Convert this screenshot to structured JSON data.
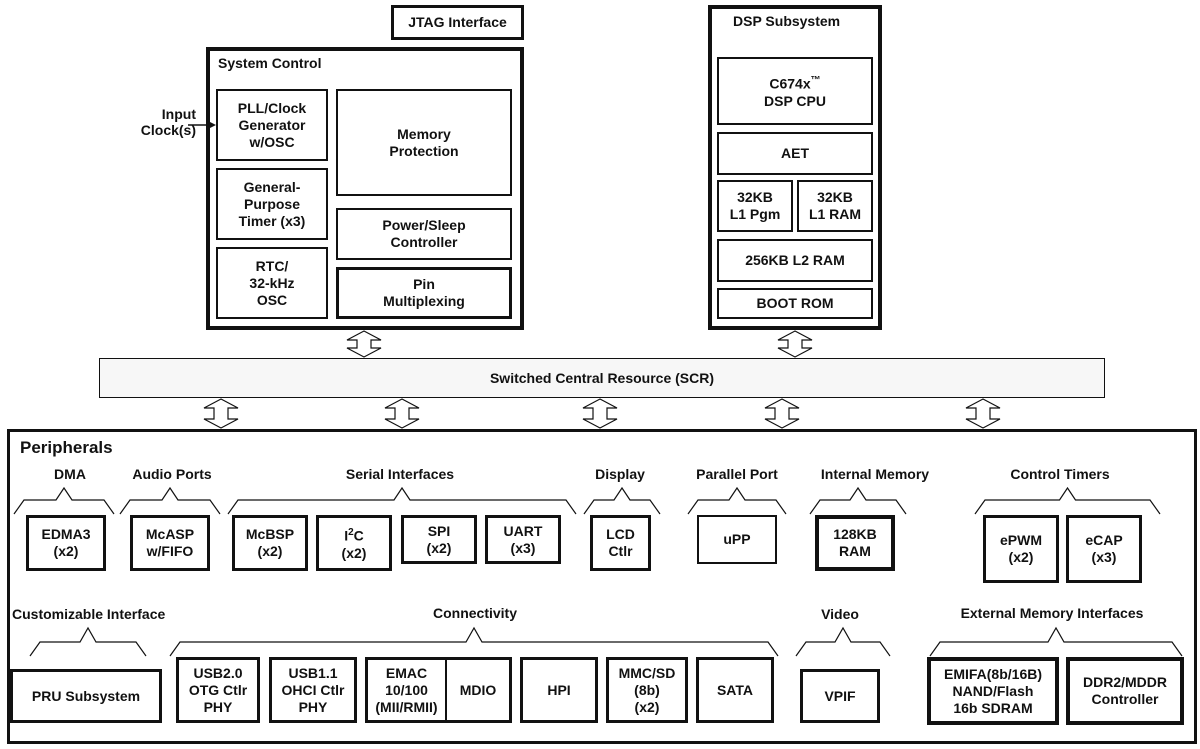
{
  "jtag": {
    "label": "JTAG Interface"
  },
  "input_clock": {
    "label": "Input\nClock(s)"
  },
  "system_control": {
    "title": "System Control",
    "pll": "PLL/Clock\nGenerator\nw/OSC",
    "timer": "General-\nPurpose\nTimer (x3)",
    "rtc": "RTC/\n32-kHz\nOSC",
    "memory_protection": "Memory\nProtection",
    "power_sleep": "Power/Sleep\nController",
    "pin_mux": "Pin\nMultiplexing"
  },
  "dsp": {
    "title": "DSP Subsystem",
    "cpu_line1": "C674x",
    "cpu_tm": "™",
    "cpu_line2": "DSP CPU",
    "aet": "AET",
    "l1_pgm": "32KB\nL1 Pgm",
    "l1_ram": "32KB\nL1 RAM",
    "l2_ram": "256KB L2 RAM",
    "boot_rom": "BOOT ROM"
  },
  "scr": {
    "label": "Switched Central Resource (SCR)"
  },
  "peripherals": {
    "title": "Peripherals",
    "dma": {
      "label": "DMA",
      "edma3": "EDMA3\n(x2)"
    },
    "audio": {
      "label": "Audio Ports",
      "mcasp": "McASP\nw/FIFO"
    },
    "serial": {
      "label": "Serial Interfaces",
      "mcbsp": "McBSP\n(x2)",
      "i2c_base": "I",
      "i2c_sup": "2",
      "i2c_rest": "C",
      "i2c_count": "(x2)",
      "spi": "SPI\n(x2)",
      "uart": "UART\n(x3)"
    },
    "display": {
      "label": "Display",
      "lcd": "LCD\nCtlr"
    },
    "parallel": {
      "label": "Parallel Port",
      "upp": "uPP"
    },
    "internal_memory": {
      "label": "Internal Memory",
      "ram": "128KB\nRAM"
    },
    "control_timers": {
      "label": "Control Timers",
      "epwm": "ePWM\n(x2)",
      "ecap": "eCAP\n(x3)"
    },
    "customizable": {
      "label": "Customizable Interface",
      "pru": "PRU Subsystem"
    },
    "connectivity": {
      "label": "Connectivity",
      "usb20": "USB2.0\nOTG Ctlr\nPHY",
      "usb11": "USB1.1\nOHCI Ctlr\nPHY",
      "emac": "EMAC\n10/100\n(MII/RMII)",
      "mdio": "MDIO",
      "hpi": "HPI",
      "mmcsd": "MMC/SD\n(8b)\n(x2)",
      "sata": "SATA"
    },
    "video": {
      "label": "Video",
      "vpif": "VPIF"
    },
    "external_memory": {
      "label": "External Memory Interfaces",
      "emifa": "EMIFA(8b/16B)\nNAND/Flash\n16b SDRAM",
      "ddr2": "DDR2/MDDR\nController"
    }
  },
  "colors": {
    "line": "#111111",
    "scr_fill": "#f7f7f7",
    "background": "#ffffff"
  },
  "icons": {
    "bus_arrow": "double-headed-bus-arrow",
    "clock_arrow": "right-arrow"
  }
}
